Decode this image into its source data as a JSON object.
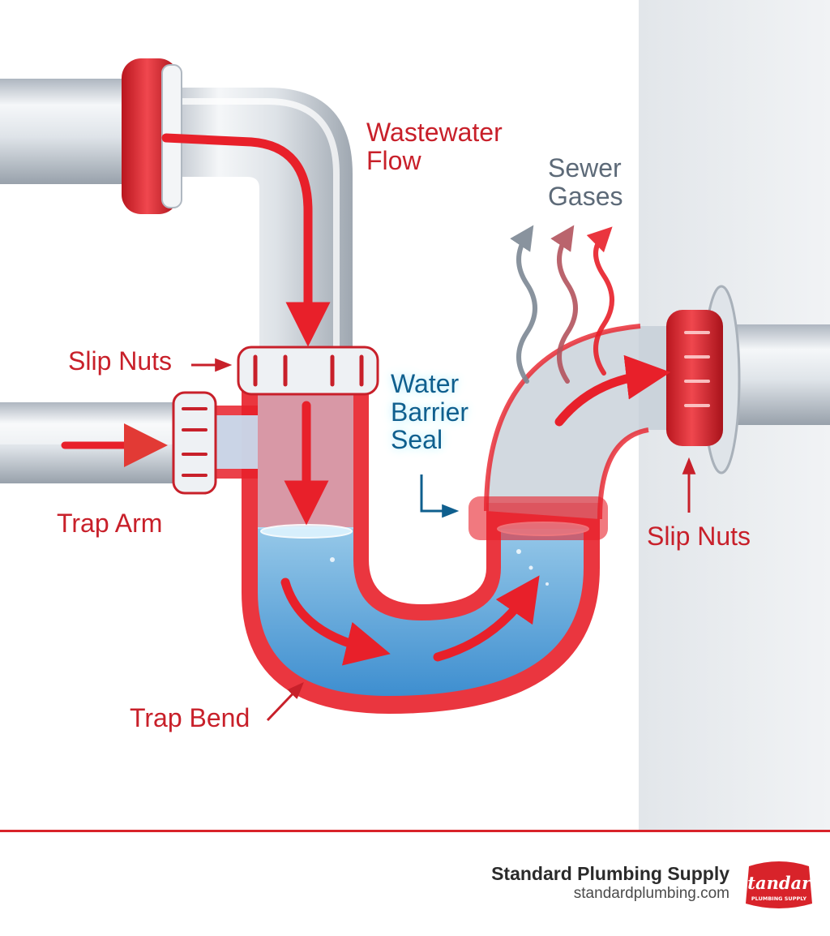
{
  "labels": {
    "wastewater_flow": [
      "Wastewater",
      "Flow"
    ],
    "sewer_gases": [
      "Sewer",
      "Gases"
    ],
    "slip_nuts_left": "Slip Nuts",
    "slip_nuts_right": "Slip Nuts",
    "water_barrier_seal": [
      "Water",
      "Barrier",
      "Seal"
    ],
    "trap_arm": "Trap Arm",
    "trap_bend": "Trap Bend"
  },
  "footer": {
    "company": "Standard Plumbing Supply",
    "url": "standardplumbing.com",
    "logo": {
      "word": "Standard",
      "tagline": "PLUMBING SUPPLY",
      "icon": "standard-plumbing-logo"
    }
  },
  "colors": {
    "flow_red": "#e8202a",
    "nut_red": "#d8232a",
    "water_blue": "#4fb2ec",
    "pipe_gray": "#c9d0d8",
    "label_red": "#c8202a",
    "label_gray": "#5d6a78",
    "label_blue": "#0f5f8e",
    "wall": "#e9ecef"
  }
}
